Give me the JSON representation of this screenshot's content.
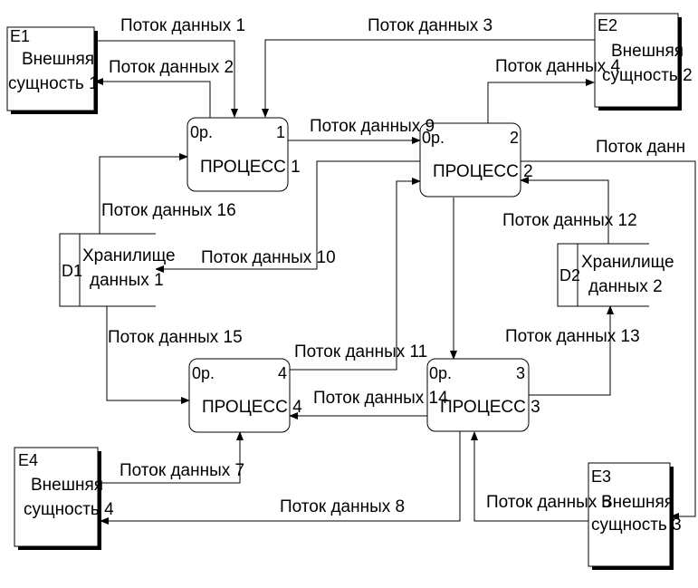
{
  "external_entities": [
    {
      "id": "E1",
      "name_line1": "Внешняя",
      "name_line2": "сущность 1"
    },
    {
      "id": "E2",
      "name_line1": "Внешняя",
      "name_line2": "сущность 2"
    },
    {
      "id": "E3",
      "name_line1": "Внешняя",
      "name_line2": "сущность 3"
    },
    {
      "id": "E4",
      "name_line1": "Внешняя",
      "name_line2": "сущность 4"
    }
  ],
  "processes": [
    {
      "prefix": "0р.",
      "number": "1",
      "name": "ПРОЦЕСС 1"
    },
    {
      "prefix": "0р.",
      "number": "2",
      "name": "ПРОЦЕСС 2"
    },
    {
      "prefix": "0р.",
      "number": "3",
      "name": "ПРОЦЕСС 3"
    },
    {
      "prefix": "0р.",
      "number": "4",
      "name": "ПРОЦЕСС 4"
    }
  ],
  "data_stores": [
    {
      "id": "D1",
      "name_line1": "Хранилище",
      "name_line2": "данных 1"
    },
    {
      "id": "D2",
      "name_line1": "Хранилище",
      "name_line2": "данных 2"
    }
  ],
  "flows": [
    "Поток данных 1",
    "Поток данных 2",
    "Поток данных 3",
    "Поток данных 4",
    "Поток данных 5",
    "Поток данн",
    "Поток данных 7",
    "Поток данных 8",
    "Поток данных 9",
    "Поток данных 10",
    "Поток данных 11",
    "Поток данных 12",
    "Поток данных 13",
    "Поток данных 14",
    "Поток данных 15",
    "Поток данных 16"
  ]
}
